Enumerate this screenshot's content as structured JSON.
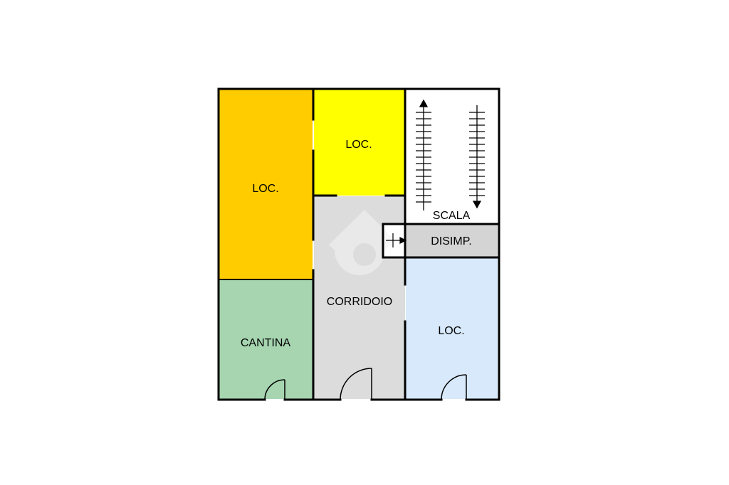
{
  "colors": {
    "background": "#ffffff",
    "wall": "#000000",
    "loc_orange": "#ffcc00",
    "loc_yellow": "#ffff00",
    "cantina_green": "#a6d5b0",
    "corridoio_gray": "#dcdcdc",
    "disimp_gray": "#d4d4d4",
    "loc_blue": "#d7e9fb",
    "scala_white": "#ffffff",
    "watermark": "#f2f2f2"
  },
  "rooms": {
    "loc_left": {
      "label": "LOC.",
      "color_key": "loc_orange"
    },
    "loc_top": {
      "label": "LOC.",
      "color_key": "loc_yellow"
    },
    "scala": {
      "label": "SCALA",
      "color_key": "scala_white"
    },
    "disimp": {
      "label": "DISIMP.",
      "color_key": "disimp_gray"
    },
    "corridoio": {
      "label": "CORRIDOIO",
      "color_key": "corridoio_gray"
    },
    "cantina": {
      "label": "CANTINA",
      "color_key": "cantina_green"
    },
    "loc_right": {
      "label": "LOC.",
      "color_key": "loc_blue"
    }
  },
  "icons": {
    "stair_up": "arrow-up-icon",
    "stair_down": "arrow-down-icon",
    "door_swing": "door-arc-icon",
    "watermark": "logo-watermark-icon"
  }
}
